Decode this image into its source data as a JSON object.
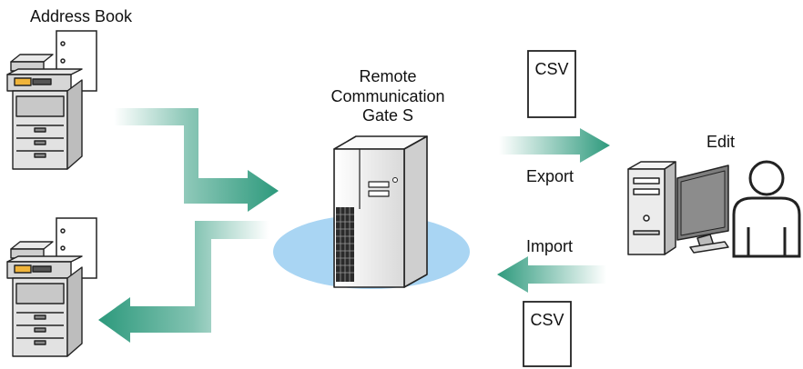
{
  "labels": {
    "address_book": "Address Book",
    "server_line1": "Remote",
    "server_line2": "Communication",
    "server_line3": "Gate S",
    "edit": "Edit",
    "export": "Export",
    "import": "Import",
    "csv_top": "CSV",
    "csv_bottom": "CSV"
  },
  "colors": {
    "arrow": "#2e9a7d",
    "ellipse": "#a9d5f3",
    "server_body": "#f2f2f2",
    "monitor_screen": "#7d7d7d",
    "outline": "#222222"
  },
  "icons": {
    "printer_top": "multifunction-printer-icon",
    "printer_bottom": "multifunction-printer-icon",
    "binder_top": "address-book-binder-icon",
    "binder_bottom": "address-book-binder-icon",
    "server": "tower-server-icon",
    "computer": "desktop-computer-icon",
    "user": "user-icon",
    "csv_doc": "csv-document-icon"
  }
}
